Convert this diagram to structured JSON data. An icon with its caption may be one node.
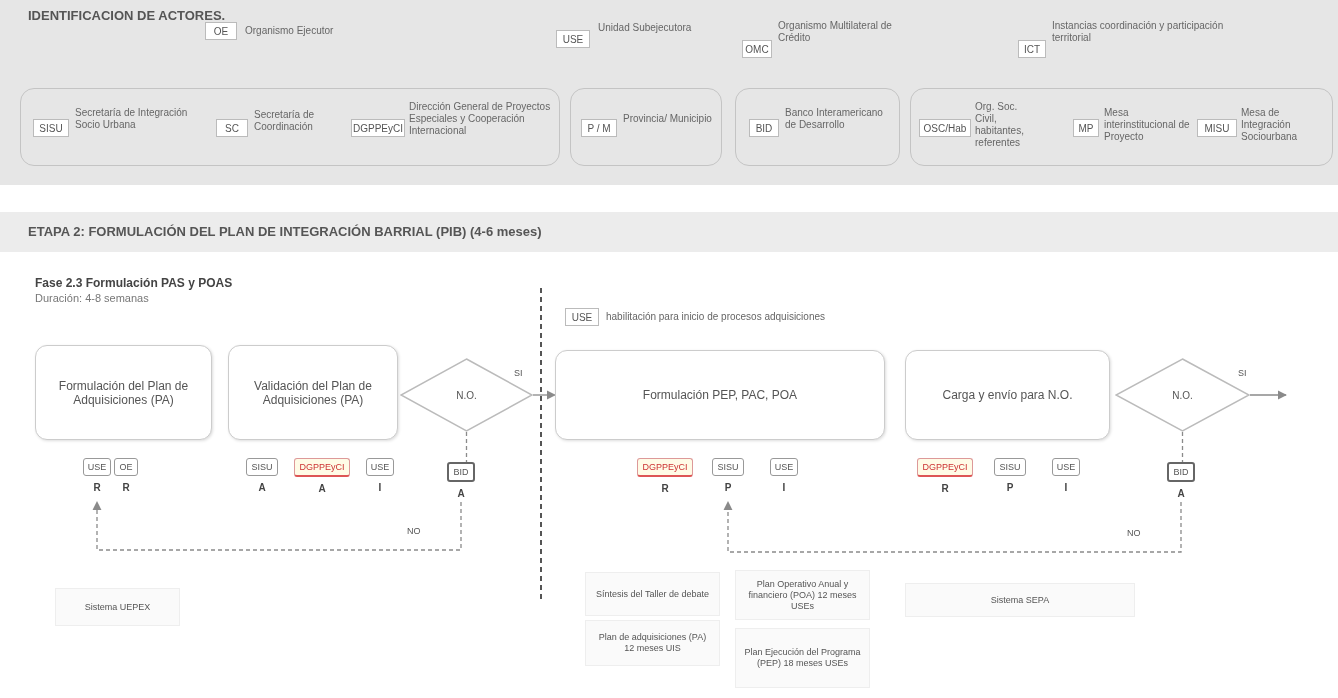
{
  "diagram": {
    "nodes": [
      {
        "text": [
          "IDENTIFICACION DE ACTORES."
        ]
      },
      {
        "text": [
          "OE"
        ],
        "in": 0,
        "beside": [
          "Organismo Ejecutor"
        ]
      },
      {
        "text": [
          "USE"
        ],
        "in": 0,
        "beside": [
          "Unidad Subejecutora"
        ]
      },
      {
        "text": [
          "OMC"
        ],
        "in": 0,
        "beside": [
          "Organismo Multilateral de Crédito"
        ]
      },
      {
        "text": [
          "ICT"
        ],
        "in": 0,
        "beside": [
          "Instancias coordinación y participación territorial"
        ]
      },
      {
        "text": [],
        "shape": "box",
        "in": 0
      },
      {
        "text": [
          "SISU"
        ],
        "in": 5,
        "beside": [
          "Secretaría de Integración Socio Urbana"
        ]
      },
      {
        "text": [
          "SC"
        ],
        "in": 5,
        "beside": [
          "Secretaría de Coordinación"
        ]
      },
      {
        "text": [
          "DGPPEyCI"
        ],
        "in": 5,
        "beside": [
          "Dirección General de Proyectos Especiales y Cooperación Internacional"
        ]
      },
      {
        "text": [],
        "shape": "box",
        "in": 0
      },
      {
        "text": [
          "P / M"
        ],
        "in": 9,
        "beside": [
          "Provincia/ Municipio"
        ]
      },
      {
        "text": [],
        "shape": "box",
        "in": 0
      },
      {
        "text": [
          "BID"
        ],
        "in": 11,
        "beside": [
          "Banco Interamericano de Desarrollo"
        ]
      },
      {
        "text": [],
        "shape": "box",
        "in": 0
      },
      {
        "text": [
          "OSC/Hab"
        ],
        "in": 13,
        "beside": [
          "Org. Soc. Civil, habitantes, referentes"
        ]
      },
      {
        "text": [
          "MP"
        ],
        "in": 13,
        "beside": [
          "Mesa interinstitucional de Proyecto"
        ]
      },
      {
        "text": [
          "MISU"
        ],
        "in": 13,
        "beside": [
          "Mesa de Integración Sociourbana"
        ]
      },
      {
        "text": [
          "ETAPA 2: FORMULACIÓN DEL PLAN DE INTEGRACIÓN BARRIAL (PIB) (4-6 meses)"
        ]
      },
      {
        "text": [
          "Formulación del Plan de Adquisiciones (PA)"
        ]
      },
      {
        "text": [
          "Validación del Plan de Adquisiciones (PA)"
        ]
      },
      {
        "text": [
          "N.O."
        ]
      },
      {
        "text": [
          "Formulación PEP, PAC, POA"
        ]
      },
      {
        "text": [
          "Carga y envío para N.O."
        ]
      },
      {
        "text": [
          "N.O."
        ]
      },
      {
        "text": [
          "USE"
        ],
        "beside": [
          "R"
        ]
      },
      {
        "text": [
          "OE"
        ],
        "beside": [
          "R"
        ]
      },
      {
        "text": [
          "SISU"
        ],
        "beside": [
          "A"
        ]
      },
      {
        "text": [
          "DGPPEyCI"
        ],
        "beside": [
          "A"
        ]
      },
      {
        "text": [
          "USE"
        ],
        "beside": [
          "I"
        ]
      },
      {
        "text": [
          "BID"
        ],
        "beside": [
          "A"
        ]
      },
      {
        "text": [
          "DGPPEyCI"
        ],
        "beside": [
          "R"
        ]
      },
      {
        "text": [
          "SISU"
        ],
        "beside": [
          "P"
        ]
      },
      {
        "text": [
          "USE"
        ],
        "beside": [
          "I"
        ]
      },
      {
        "text": [
          "DGPPEyCI"
        ],
        "beside": [
          "R"
        ]
      },
      {
        "text": [
          "SISU"
        ],
        "beside": [
          "P"
        ]
      },
      {
        "text": [
          "USE"
        ],
        "beside": [
          "I"
        ]
      },
      {
        "text": [
          "BID"
        ],
        "beside": [
          "A"
        ]
      },
      {
        "text": [
          "USE"
        ],
        "beside": [
          "habilitación para inicio de procesos adquisiciones"
        ]
      },
      {
        "text": [
          "Sistema UEPEX"
        ]
      },
      {
        "text": [
          "Síntesis del Taller de debate"
        ]
      },
      {
        "text": [
          "Plan de adquisiciones (PA) 12 meses UIS"
        ]
      },
      {
        "text": [
          "Plan Operativo Anual y financiero (POA) 12 meses USEs"
        ]
      },
      {
        "text": [
          "Plan Ejecución del Programa (PEP) 18 meses USEs"
        ]
      },
      {
        "text": [
          "Sistema SEPA"
        ]
      }
    ],
    "edges": [
      {
        "from": 20,
        "to": 21,
        "arrow": "to",
        "label": "SI"
      },
      {
        "from": 23,
        "to": null,
        "arrow": "to",
        "label": "SI"
      },
      {
        "from": 20,
        "to": 29,
        "arrow": "none",
        "style": "dashed"
      },
      {
        "from": 23,
        "to": 36,
        "arrow": "none",
        "style": "dashed"
      },
      {
        "from": 29,
        "to": 24,
        "arrow": "to",
        "style": "dashed",
        "label": "NO"
      },
      {
        "from": 36,
        "to": 31,
        "arrow": "to",
        "style": "dashed",
        "label": "NO"
      }
    ],
    "labels": [
      "Fase 2.3 Formulación PAS y POAS",
      "Duración: 4-8 semanas"
    ]
  }
}
